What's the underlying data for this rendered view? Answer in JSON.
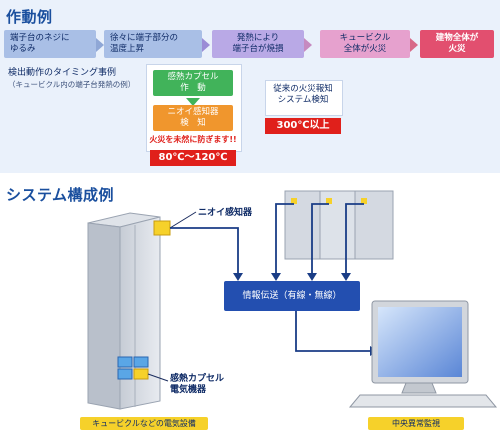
{
  "section1": {
    "title": "作動例",
    "flow": [
      {
        "lines": [
          "端子台のネジに",
          "ゆるみ"
        ]
      },
      {
        "lines": [
          "徐々に端子部分の",
          "温度上昇"
        ]
      },
      {
        "lines": [
          "発熱により",
          "端子台が焼損"
        ]
      },
      {
        "lines": [
          "キュービクル",
          "全体が火災"
        ]
      },
      {
        "lines": [
          "建物全体が",
          "火災"
        ]
      }
    ],
    "timing": {
      "title": "検出動作のタイミング事例",
      "subtitle": "（キュービクル内の端子台発熱の例）"
    },
    "new_detection": {
      "step1": [
        "感熱カプセル",
        "作　動"
      ],
      "step2": [
        "ニオイ感知器",
        "検　知"
      ],
      "warning": "火災を未然に防ぎます!!",
      "temp": "80℃〜120℃"
    },
    "conventional": {
      "label": [
        "従来の火災報知",
        "システム検知"
      ],
      "temp": "300℃以上"
    }
  },
  "section2": {
    "title": "システム構成例",
    "odor_sensor_label": "ニオイ感知器",
    "capsule_label": "感熱カプセル",
    "equipment_label": "電気機器",
    "transmission_label": "情報伝送（有線・無線）",
    "left_caption": "キュービクルなどの電気設備",
    "right_caption": "中央異常監視"
  },
  "colors": {
    "title": "#1a4f9e",
    "flow_blue": "#a9bfe6",
    "flow_purple": "#b9a9e6",
    "flow_pink": "#e6a1ce",
    "flow_red": "#e24f6f",
    "alert_red": "#e0201b",
    "green": "#41b35a",
    "orange": "#f0962d",
    "navy": "#234fb0",
    "yellow": "#f6d12a"
  }
}
